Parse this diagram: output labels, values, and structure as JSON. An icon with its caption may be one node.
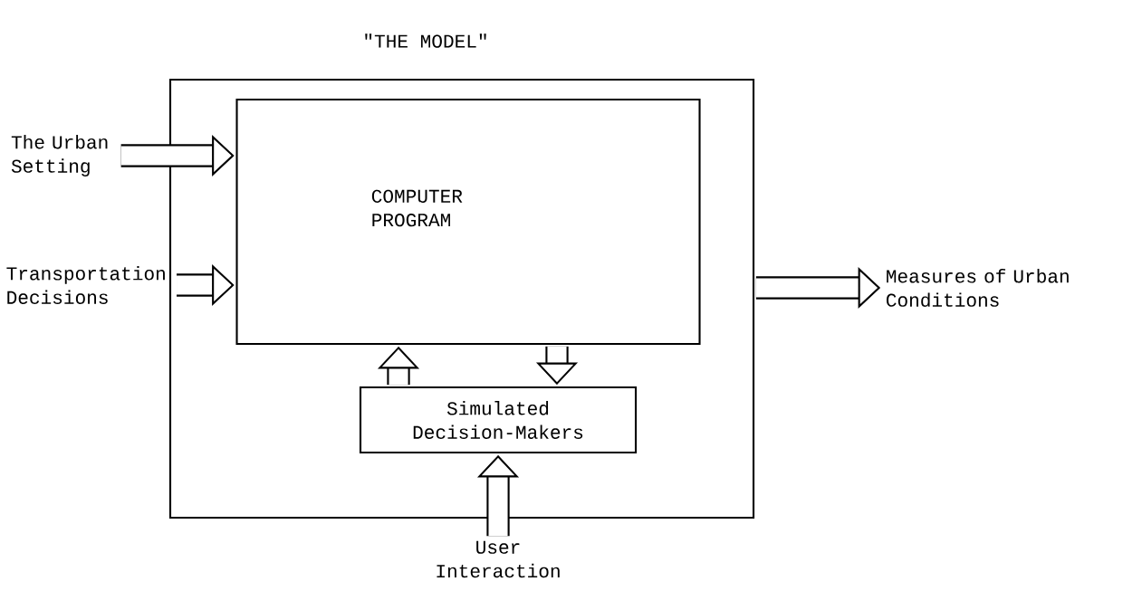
{
  "diagram": {
    "title": "\"THE MODEL\"",
    "nodes": [
      {
        "text": [],
        "shape": "box"
      },
      {
        "text": [
          "COMPUTER PROGRAM"
        ],
        "in": 0
      },
      {
        "text": [
          "Simulated Decision-Makers"
        ],
        "in": 0
      },
      {
        "text": [
          "The Urban Setting"
        ]
      },
      {
        "text": [
          "Transportation Decisions"
        ]
      },
      {
        "text": [
          "Measures of Urban Conditions"
        ]
      },
      {
        "text": [
          "User Interaction"
        ]
      }
    ],
    "edges": [
      {
        "from": 3,
        "to": 1,
        "arrow": "to"
      },
      {
        "from": 4,
        "to": 1,
        "arrow": "to"
      },
      {
        "from": 0,
        "to": 5,
        "arrow": "to"
      },
      {
        "from": 1,
        "to": 2,
        "arrow": "to"
      },
      {
        "from": 2,
        "to": 1,
        "arrow": "to"
      },
      {
        "from": 6,
        "to": 2,
        "arrow": "to"
      }
    ]
  }
}
